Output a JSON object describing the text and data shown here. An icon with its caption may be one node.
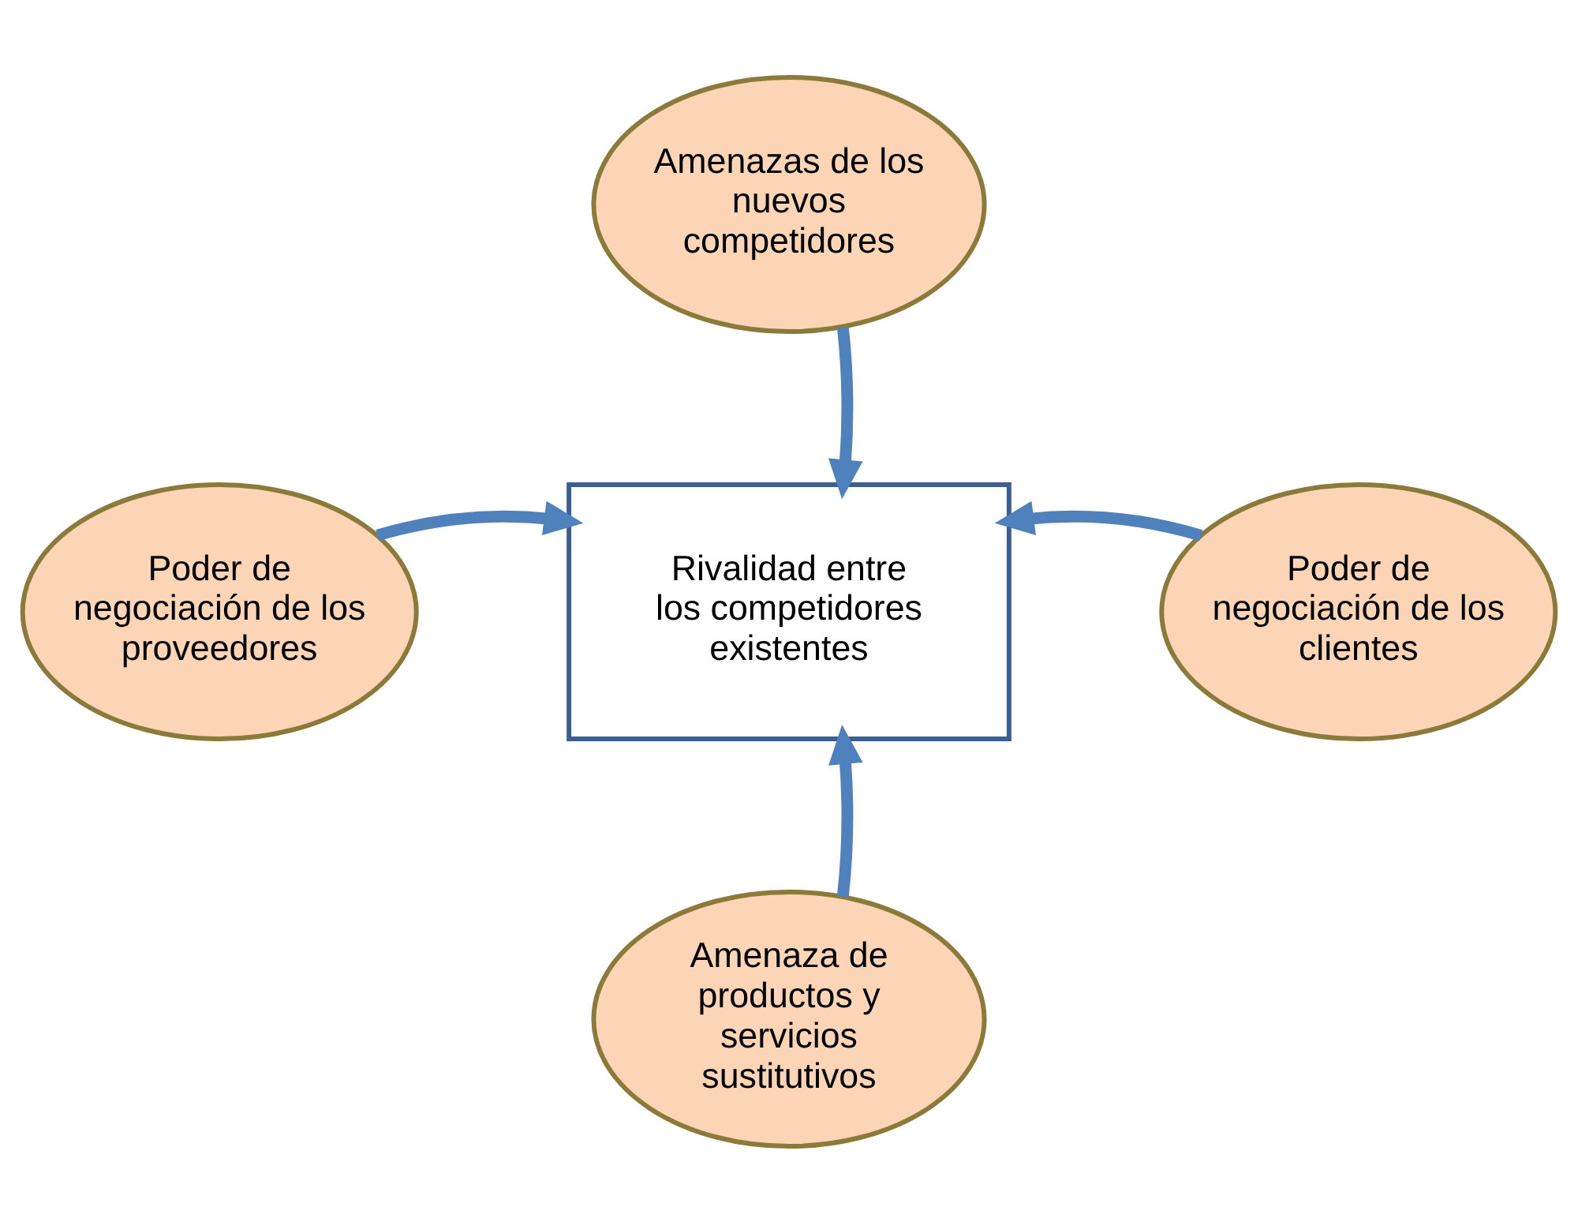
{
  "diagram": {
    "nodes": [
      {
        "text": [
          "Amenazas de los nuevos competidores"
        ]
      },
      {
        "text": [
          "Poder de negociación de los proveedores"
        ]
      },
      {
        "text": [
          "Rivalidad entre los competidores existentes"
        ]
      },
      {
        "text": [
          "Poder de negociación de los clientes"
        ]
      },
      {
        "text": [
          "Amenaza de productos y servicios sustitutivos"
        ]
      }
    ],
    "edges": [
      {
        "from": 0,
        "to": 2,
        "arrow": "to"
      },
      {
        "from": 1,
        "to": 2,
        "arrow": "to"
      },
      {
        "from": 3,
        "to": 2,
        "arrow": "to"
      },
      {
        "from": 4,
        "to": 2,
        "arrow": "to"
      }
    ]
  }
}
